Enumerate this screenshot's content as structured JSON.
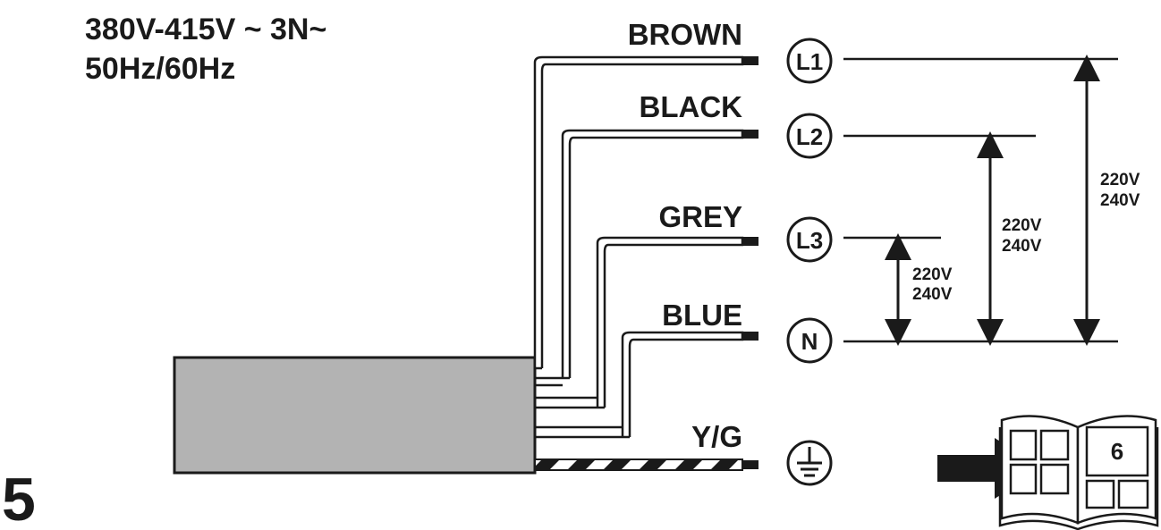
{
  "supply": {
    "line1": "380V-415V ~  3N~",
    "line2": "50Hz/60Hz"
  },
  "wires": [
    {
      "color_label": "BROWN",
      "terminal": "L1"
    },
    {
      "color_label": "BLACK",
      "terminal": "L2"
    },
    {
      "color_label": "GREY",
      "terminal": "L3"
    },
    {
      "color_label": "BLUE",
      "terminal": "N"
    },
    {
      "color_label": "Y/G",
      "terminal": "earth"
    }
  ],
  "voltages": {
    "l3_n": {
      "a": "220V",
      "b": "240V"
    },
    "l2_n": {
      "a": "220V",
      "b": "240V"
    },
    "l1_n": {
      "a": "220V",
      "b": "240V"
    }
  },
  "step_number": "5",
  "book_page": "6",
  "colors": {
    "ink": "#1a1a1a",
    "box_fill": "#b3b3b3"
  }
}
